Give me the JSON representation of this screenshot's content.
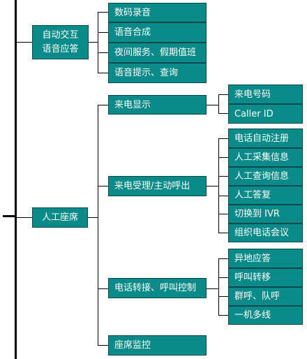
{
  "colors": {
    "box_fill": "#0b8a8a",
    "box_border": "#0a4a4a",
    "line": "#000000",
    "text": "#ffffff"
  },
  "root_branches": [
    {
      "label_lines": [
        "自动交互",
        "语音应答"
      ],
      "children": [
        {
          "label": "数码录音"
        },
        {
          "label": "语音合成"
        },
        {
          "label": "夜间服务、假期值班"
        },
        {
          "label": "语音提示、查询"
        }
      ]
    },
    {
      "label": "人工座席",
      "children": [
        {
          "label": "来电显示",
          "children": [
            "来电号码",
            "Caller ID"
          ]
        },
        {
          "label": "来电受理/主动呼出",
          "children": [
            "电话自动注册",
            "人工采集信息",
            "人工查询信息",
            "人工答复",
            "切换到 IVR",
            "组织电话会议"
          ]
        },
        {
          "label": "电话转接、呼叫控制",
          "children": [
            "异地应答",
            "呼叫转移",
            "群呼、队呼",
            "一机多线"
          ]
        },
        {
          "label": "座席监控"
        }
      ]
    }
  ]
}
